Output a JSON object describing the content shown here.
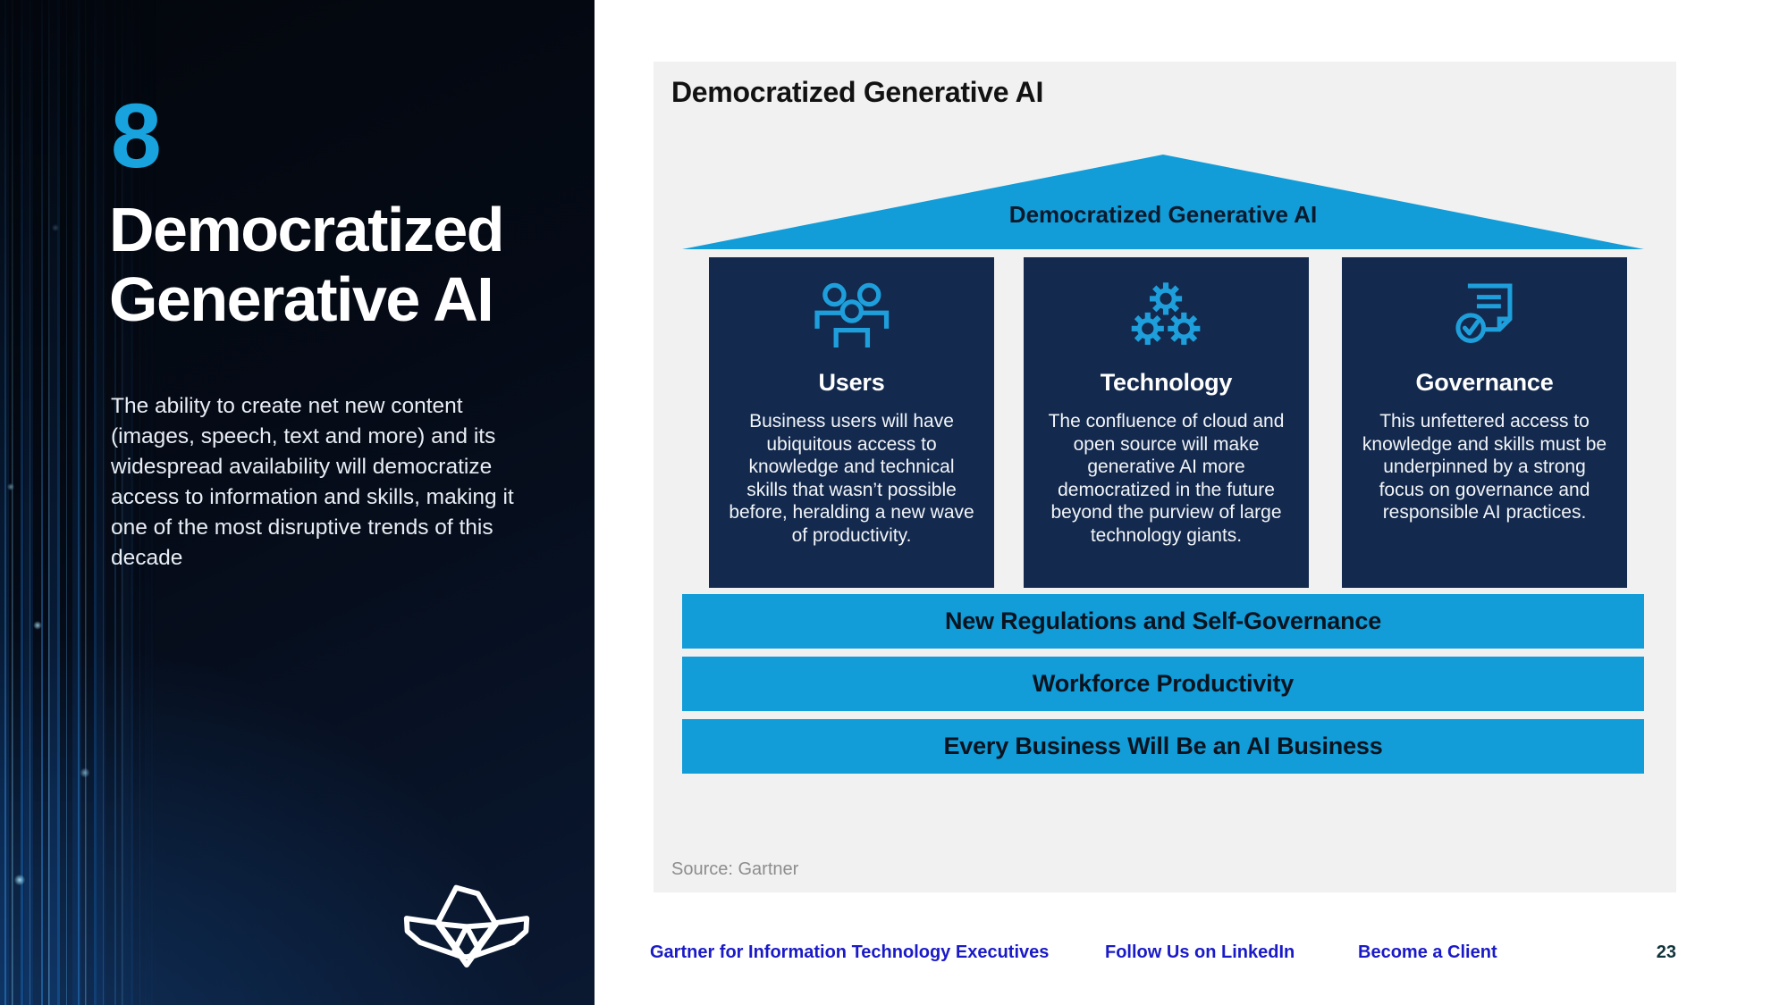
{
  "sidebar": {
    "trend_number": "8",
    "title": "Democratized Generative AI",
    "description": "The ability to create net new content (images, speech, text and more) and its widespread availability will democratize access to information and skills, making it one of the most disruptive trends of this decade",
    "logo_icon": "gartner-emblem-icon"
  },
  "diagram": {
    "title": "Democratized Generative AI",
    "roof_label": "Democratized Generative AI",
    "pillars": [
      {
        "icon": "users-icon",
        "heading": "Users",
        "body": "Business users will have ubiquitous access to knowledge and technical skills that wasn’t possible before, heralding a new wave of productivity."
      },
      {
        "icon": "gears-icon",
        "heading": "Technology",
        "body": "The confluence of cloud and open source will make generative AI more democratized in the future beyond the purview of large technology giants."
      },
      {
        "icon": "document-check-icon",
        "heading": "Governance",
        "body": "This unfettered access to knowledge and skills must be underpinned by a strong focus on governance and responsible AI practices."
      }
    ],
    "foundation_bars": [
      "New Regulations and Self-Governance",
      "Workforce Productivity",
      "Every Business Will Be an AI Business"
    ],
    "source": "Source: Gartner"
  },
  "footer": {
    "links": [
      "Gartner for Information Technology Executives",
      "Follow Us on LinkedIn",
      "Become a Client"
    ],
    "page_number": "23"
  },
  "colors": {
    "accent_blue_number": "#18A3DE",
    "accent_blue_shapes": "#129CD8",
    "accent_blue_icons": "#1E9FDC",
    "navy_box": "#13294D",
    "panel_gray": "#F1F1F2",
    "link_blue": "#1A1AC8"
  }
}
